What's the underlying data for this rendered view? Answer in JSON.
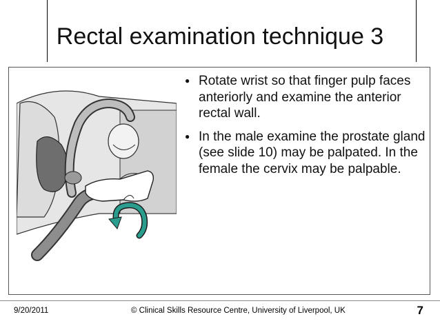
{
  "slide": {
    "title": "Rectal examination technique 3",
    "bullets": [
      "Rotate wrist so that finger pulp faces anteriorly and examine the anterior rectal wall.",
      "In the male examine the prostate gland (see slide  10) may be palpated. In the female the cervix may be palpable."
    ]
  },
  "footer": {
    "date": "9/20/2011",
    "copyright": "© Clinical Skills Resource Centre, University of Liverpool, UK",
    "page_number": "7"
  },
  "colors": {
    "arrow": "#2a9d8f",
    "tissue_dark": "#707070",
    "tissue_mid": "#bdbdbd",
    "tissue_light": "#e2e2e2"
  }
}
